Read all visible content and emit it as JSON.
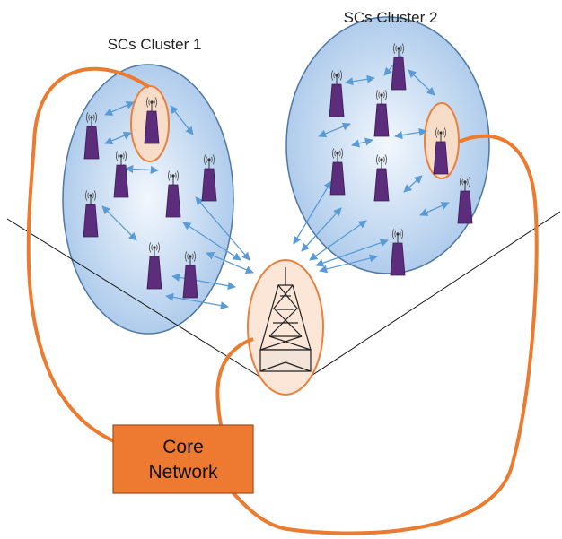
{
  "clusters": [
    {
      "label": "SCs Cluster 1"
    },
    {
      "label": "SCs Cluster 2"
    }
  ],
  "core_network": {
    "line1": "Core",
    "line2": "Network"
  },
  "colors": {
    "cluster_fill": "#c9def3",
    "cluster_stroke": "#4e77a6",
    "cell_tower": "#5b2d7c",
    "highlight_fill": "#f7dcc7",
    "highlight_stroke": "#e9803d",
    "backhaul": "#ec7a2f",
    "core_box": "#ee7a31",
    "link_arrow": "#5b9bd5"
  },
  "icons": {
    "small_cell": "small-cell-antenna-icon",
    "macro_tower": "macro-tower-icon"
  }
}
